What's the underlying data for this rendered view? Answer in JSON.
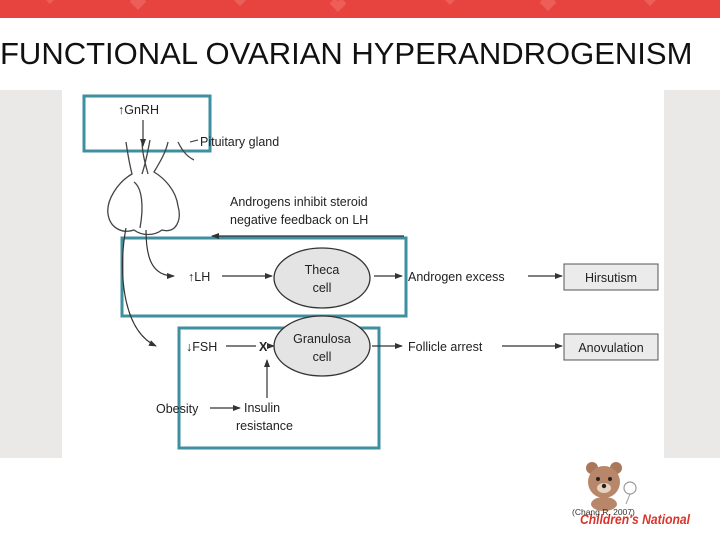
{
  "slide": {
    "title": "FUNCTIONAL OVARIAN HYPERANDROGENISM",
    "citation": "(Chang R, 2007)"
  },
  "colors": {
    "banner": "#e8443f",
    "highlight_box": "#3e8fa0",
    "panel_bg": "#ebe8e8"
  },
  "diagram": {
    "gnrh": "↑GnRH",
    "pituitary": "Pituitary gland",
    "feedback_line1": "Androgens inhibit steroid",
    "feedback_line2": "negative feedback on LH",
    "lh": "↑LH",
    "theca_line1": "Theca",
    "theca_line2": "cell",
    "androgen_excess": "Androgen excess",
    "hirsutism": "Hirsutism",
    "fsh": "↓FSH",
    "x_mark": "X",
    "granulosa_line1": "Granulosa",
    "granulosa_line2": "cell",
    "follicle_arrest": "Follicle arrest",
    "anovulation": "Anovulation",
    "obesity": "Obesity",
    "insulin_line1": "Insulin",
    "insulin_line2": "resistance"
  },
  "logo": {
    "text": "Children's National",
    "icon": "teddy-bear-icon"
  }
}
